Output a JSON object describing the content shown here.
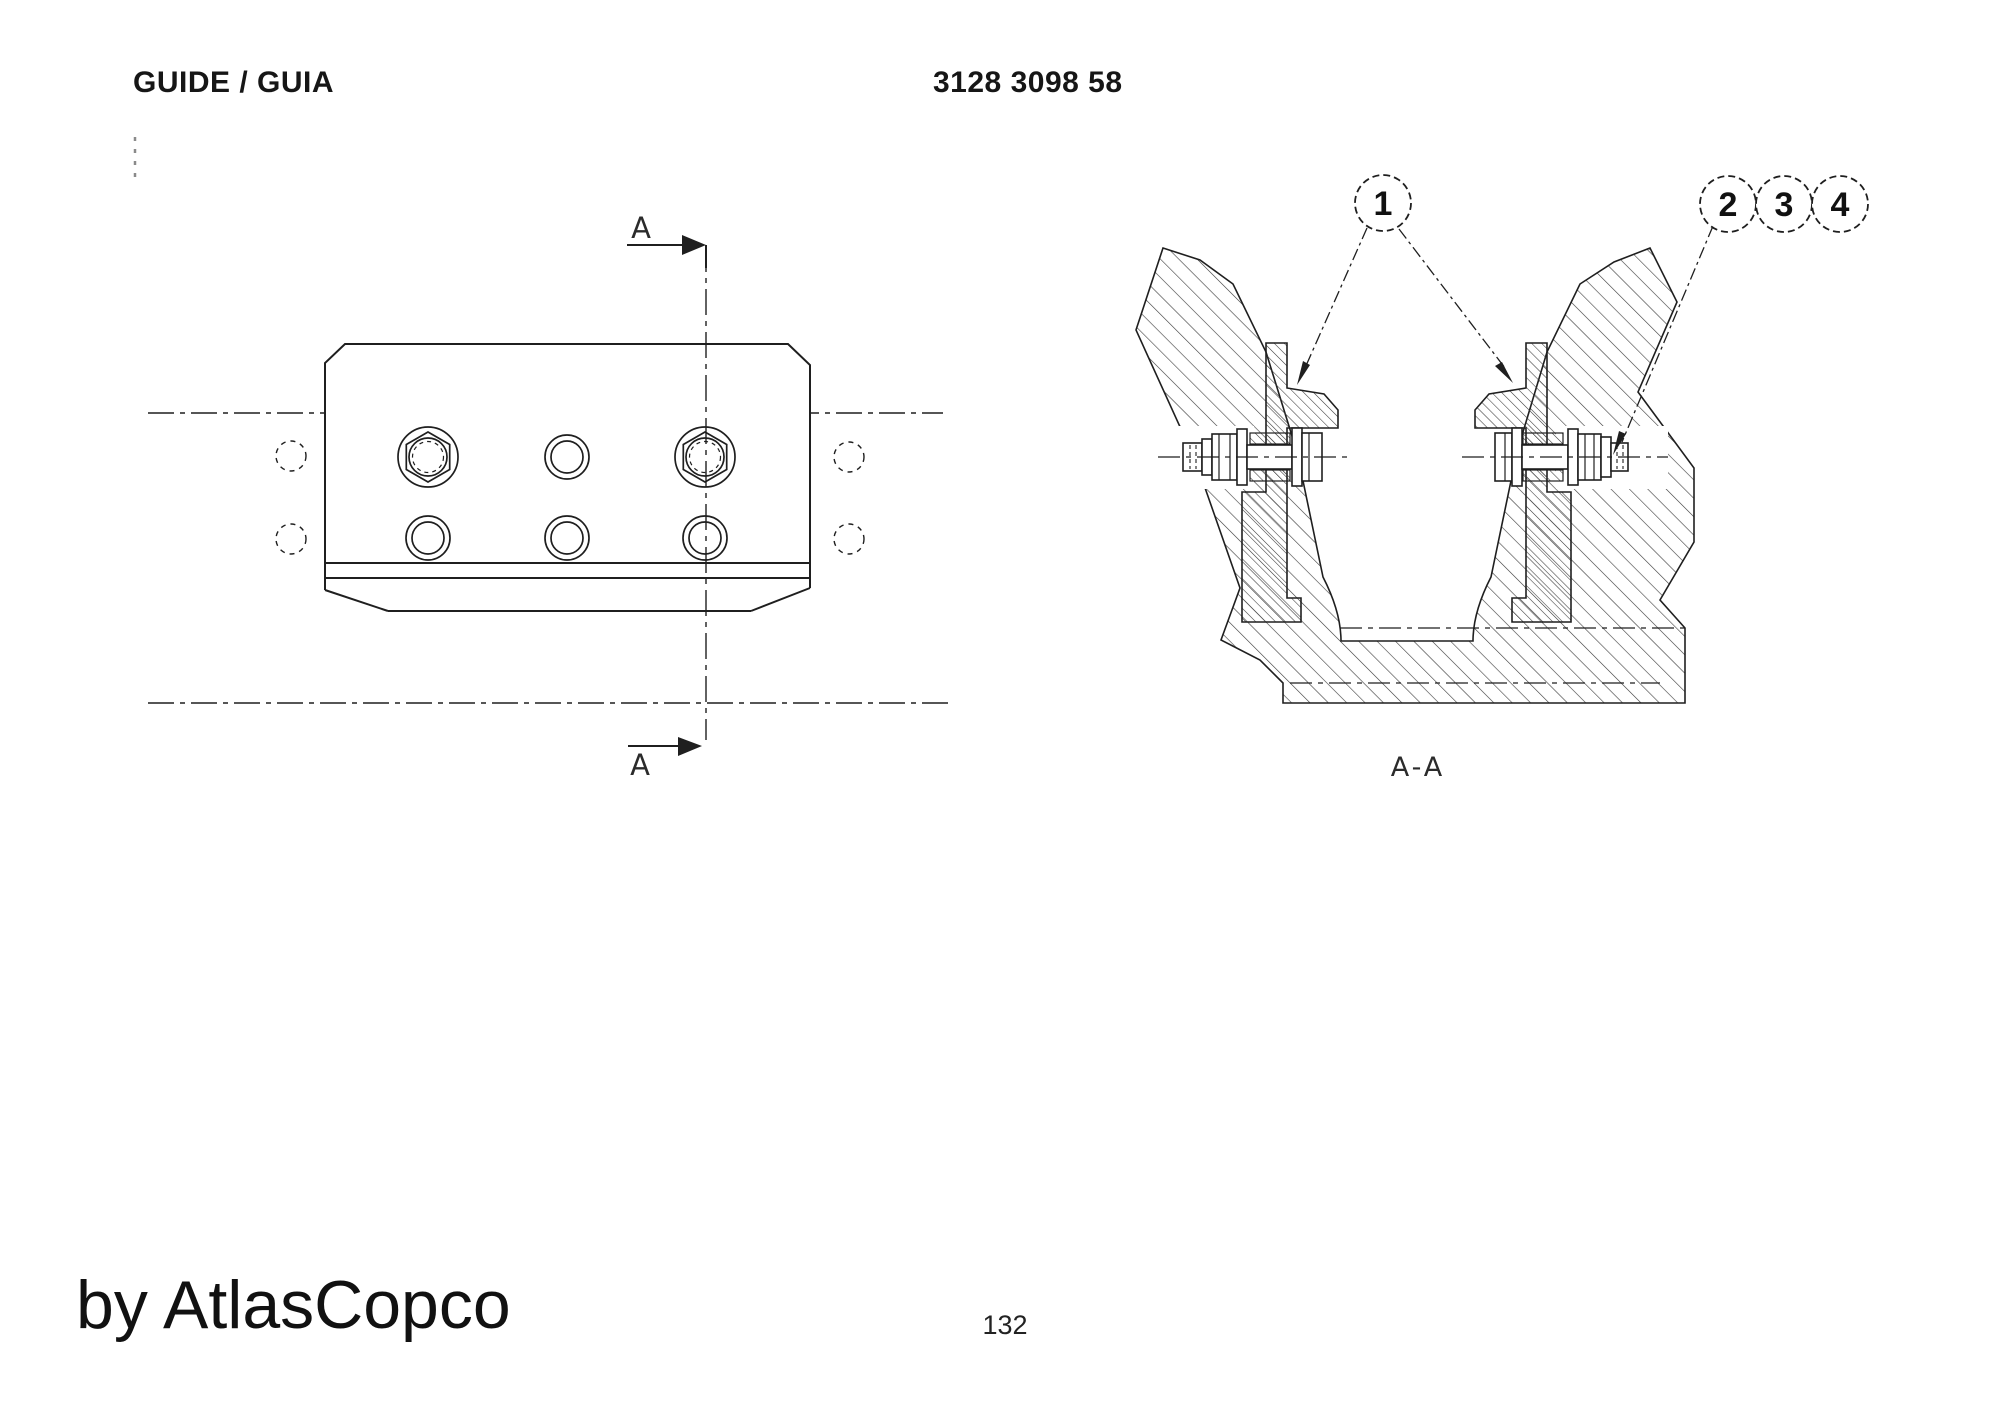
{
  "header": {
    "title": "GUIDE / GUIA",
    "part_number": "3128 3098 58"
  },
  "footer": {
    "brand": "by AtlasCopco",
    "page_number": "132"
  },
  "plan_view": {
    "section_arrow_top_label": "A",
    "section_arrow_bottom_label": "A"
  },
  "section_view": {
    "caption": "A-A",
    "balloons": [
      {
        "label": "1"
      },
      {
        "label": "2"
      },
      {
        "label": "3"
      },
      {
        "label": "4"
      }
    ]
  },
  "colors": {
    "ink": "#1f1f1f",
    "paper": "#ffffff"
  }
}
